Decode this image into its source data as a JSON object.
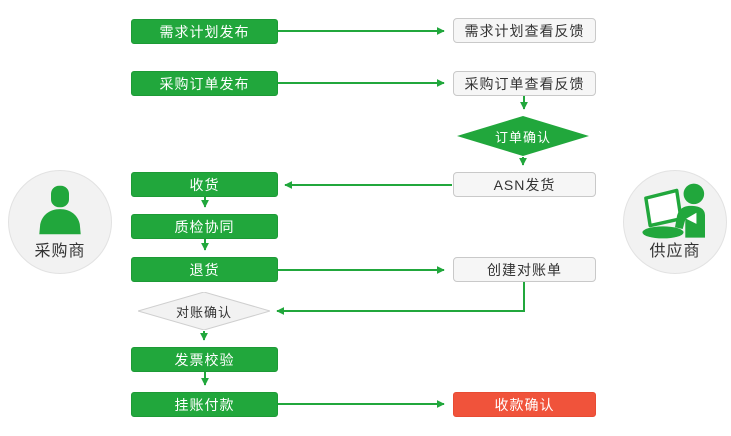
{
  "palette": {
    "green": "#21A73C",
    "red": "#F0533B",
    "plain_bg": "#F6F6F6",
    "plain_border": "#C9C9C9",
    "diamond_plain_bg": "#F2F2F2",
    "text_dark": "#333333",
    "node_text_light": "#FFFFFF"
  },
  "actors": {
    "buyer": {
      "label": "采购商",
      "icon": "person-icon"
    },
    "supplier": {
      "label": "供应商",
      "icon": "person-laptop-icon"
    }
  },
  "nodes": {
    "demand_publish": {
      "label": "需求计划发布",
      "type": "process-green"
    },
    "demand_feedback": {
      "label": "需求计划查看反馈",
      "type": "process-plain"
    },
    "po_publish": {
      "label": "采购订单发布",
      "type": "process-green"
    },
    "po_feedback": {
      "label": "采购订单查看反馈",
      "type": "process-plain"
    },
    "order_confirm": {
      "label": "订单确认",
      "type": "decision-green"
    },
    "asn_ship": {
      "label": "ASN发货",
      "type": "process-plain"
    },
    "receive": {
      "label": "收货",
      "type": "process-green"
    },
    "quality_check": {
      "label": "质检协同",
      "type": "process-green"
    },
    "return_goods": {
      "label": "退货",
      "type": "process-green"
    },
    "create_statement": {
      "label": "创建对账单",
      "type": "process-plain"
    },
    "statement_confirm": {
      "label": "对账确认",
      "type": "decision-plain"
    },
    "invoice_verify": {
      "label": "发票校验",
      "type": "process-green"
    },
    "book_payment": {
      "label": "挂账付款",
      "type": "process-green"
    },
    "payment_confirm": {
      "label": "收款确认",
      "type": "process-red"
    }
  },
  "edges": [
    {
      "from": "demand_publish",
      "to": "demand_feedback"
    },
    {
      "from": "po_publish",
      "to": "po_feedback"
    },
    {
      "from": "po_feedback",
      "to": "order_confirm"
    },
    {
      "from": "order_confirm",
      "to": "asn_ship"
    },
    {
      "from": "asn_ship",
      "to": "receive"
    },
    {
      "from": "receive",
      "to": "quality_check"
    },
    {
      "from": "quality_check",
      "to": "return_goods"
    },
    {
      "from": "return_goods",
      "to": "create_statement"
    },
    {
      "from": "create_statement",
      "to": "statement_confirm"
    },
    {
      "from": "statement_confirm",
      "to": "invoice_verify"
    },
    {
      "from": "invoice_verify",
      "to": "book_payment"
    },
    {
      "from": "book_payment",
      "to": "payment_confirm"
    }
  ]
}
